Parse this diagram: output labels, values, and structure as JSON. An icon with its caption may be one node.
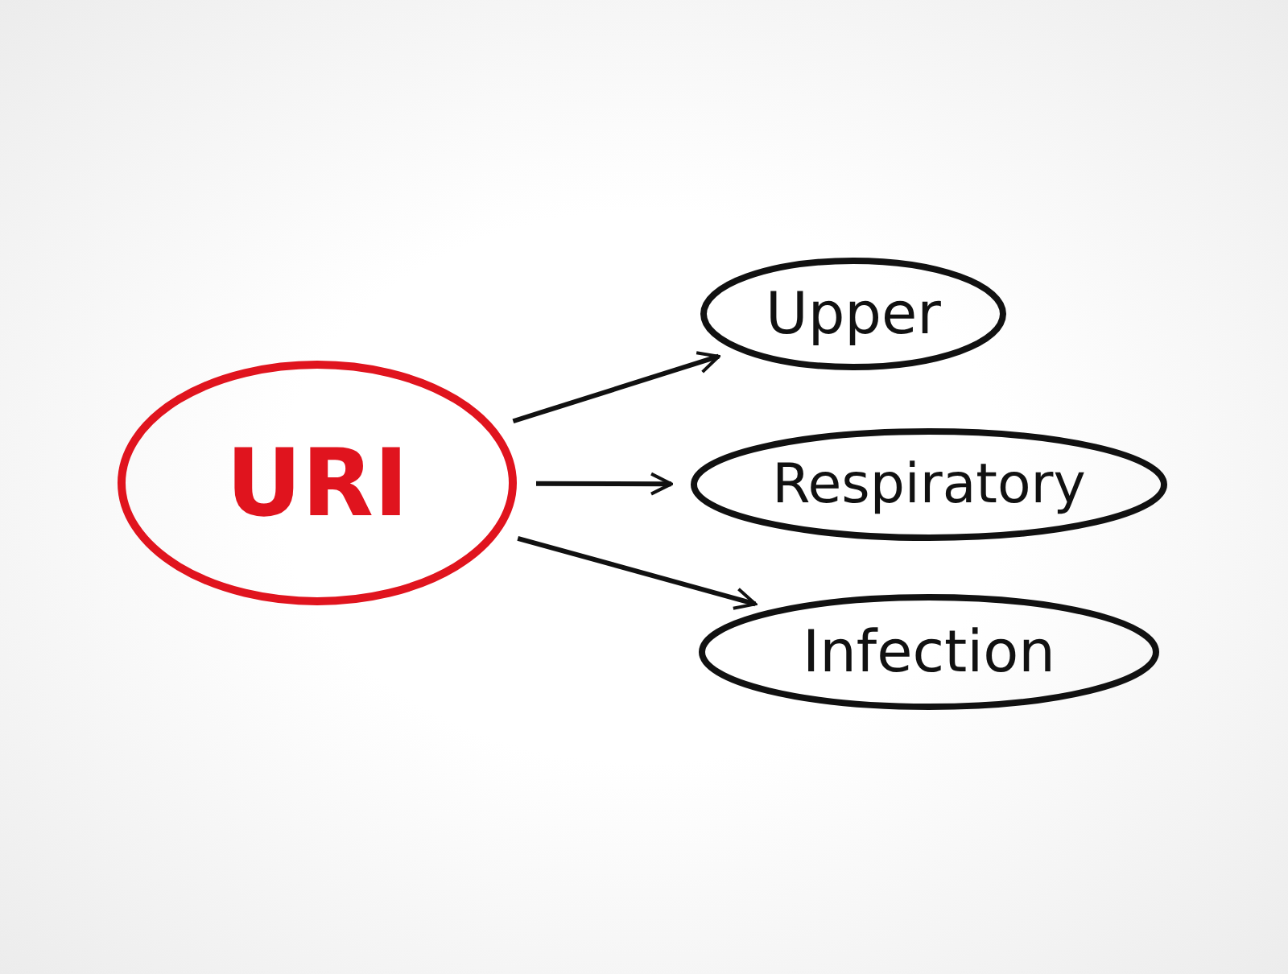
{
  "diagram": {
    "nodes": [
      {
        "text": [
          "URI"
        ]
      },
      {
        "text": [
          "Upper"
        ]
      },
      {
        "text": [
          "Respiratory"
        ]
      },
      {
        "text": [
          "Infection"
        ]
      }
    ],
    "edges": [
      {
        "from": 0,
        "to": 1,
        "arrow": "to"
      },
      {
        "from": 0,
        "to": 2,
        "arrow": "to"
      },
      {
        "from": 0,
        "to": 3,
        "arrow": "to"
      }
    ]
  }
}
